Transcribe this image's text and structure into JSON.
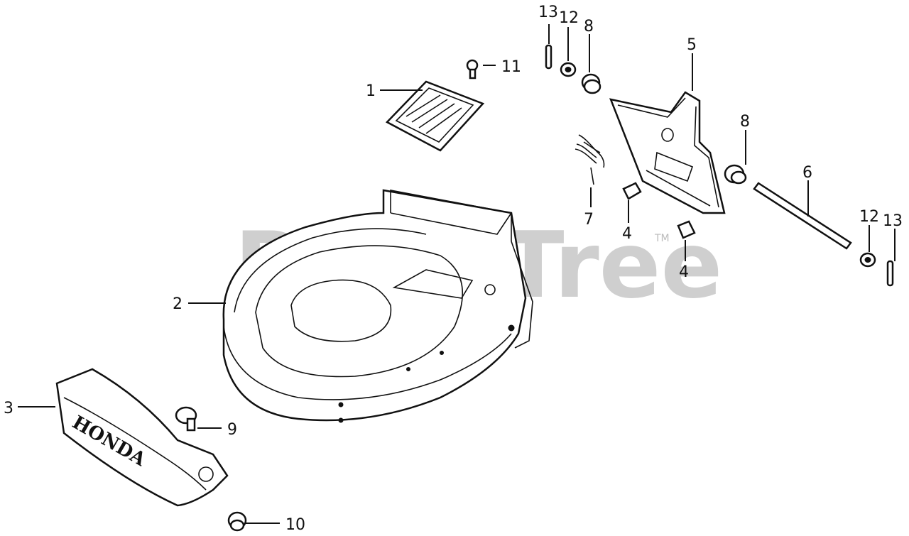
{
  "watermark": {
    "text": "PartsTree",
    "trademark": "TM"
  },
  "brand_stamp": "HONDA",
  "callouts": [
    {
      "id": "callout-1",
      "label": "1"
    },
    {
      "id": "callout-2",
      "label": "2"
    },
    {
      "id": "callout-3",
      "label": "3"
    },
    {
      "id": "callout-4a",
      "label": "4"
    },
    {
      "id": "callout-4b",
      "label": "4"
    },
    {
      "id": "callout-5",
      "label": "5"
    },
    {
      "id": "callout-6",
      "label": "6"
    },
    {
      "id": "callout-7",
      "label": "7"
    },
    {
      "id": "callout-8a",
      "label": "8"
    },
    {
      "id": "callout-8b",
      "label": "8"
    },
    {
      "id": "callout-9",
      "label": "9"
    },
    {
      "id": "callout-10",
      "label": "10"
    },
    {
      "id": "callout-11",
      "label": "11"
    },
    {
      "id": "callout-12a",
      "label": "12"
    },
    {
      "id": "callout-12b",
      "label": "12"
    },
    {
      "id": "callout-13a",
      "label": "13"
    },
    {
      "id": "callout-13b",
      "label": "13"
    }
  ]
}
